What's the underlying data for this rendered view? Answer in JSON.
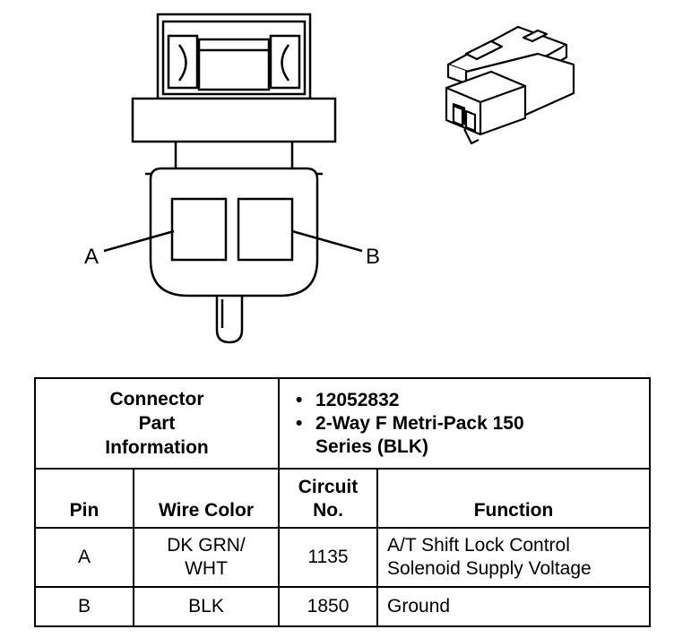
{
  "diagram": {
    "pin_a_label": "A",
    "pin_b_label": "B"
  },
  "table": {
    "part_info_label": "Connector Part Information",
    "part_number": "12052832",
    "connector_type": "2-Way F Metri-Pack 150 Series (BLK)",
    "columns": {
      "pin": "Pin",
      "wire_color": "Wire Color",
      "circuit": "Circuit No.",
      "function": "Function"
    },
    "rows": [
      {
        "pin": "A",
        "wire_color": "DK GRN/ WHT",
        "circuit": "1135",
        "function": "A/T Shift Lock Control Solenoid Supply Voltage"
      },
      {
        "pin": "B",
        "wire_color": "BLK",
        "circuit": "1850",
        "function": "Ground"
      }
    ]
  }
}
